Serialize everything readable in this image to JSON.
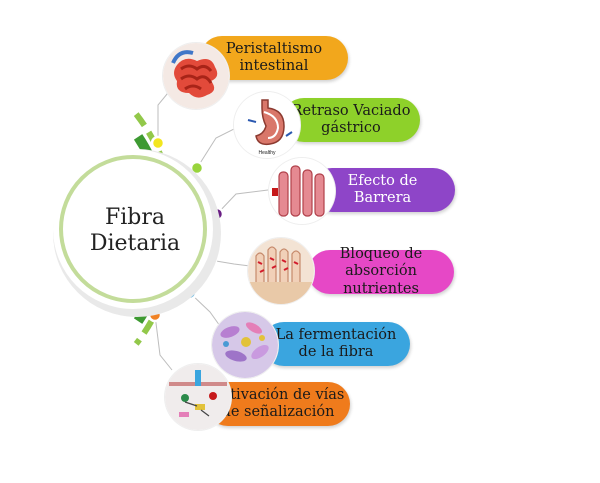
{
  "center": {
    "line1": "Fibra",
    "line2": "Dietaria"
  },
  "items": [
    {
      "line1": "Peristaltismo",
      "line2": "intestinal",
      "color": "#f2a71c",
      "dot": "#f2e61e",
      "icon": "intestine-icon"
    },
    {
      "line1": "Retraso Vaciado",
      "line2": "gástrico",
      "color": "#8ed12a",
      "dot": "#98d43c",
      "icon": "stomach-icon"
    },
    {
      "line1": "Efecto de",
      "line2": "Barrera",
      "color": "#8e45c8",
      "dot": "#6a1e84",
      "icon": "villi-icon"
    },
    {
      "line1": "Bloqueo de",
      "line2": "absorción nutrientes",
      "color": "#e648c6",
      "dot": "#dc23c6",
      "icon": "mucosa-icon"
    },
    {
      "line1": "La fermentación",
      "line2": "de la fibra",
      "color": "#3aa5df",
      "dot": "#7cc0e4",
      "icon": "bacteria-icon"
    },
    {
      "line1": "Activación de vías",
      "line2": "de señalización",
      "color": "#ef7b1c",
      "dot": "#f08123",
      "icon": "cell-signaling-icon"
    }
  ],
  "stomach_label": "Healthy"
}
